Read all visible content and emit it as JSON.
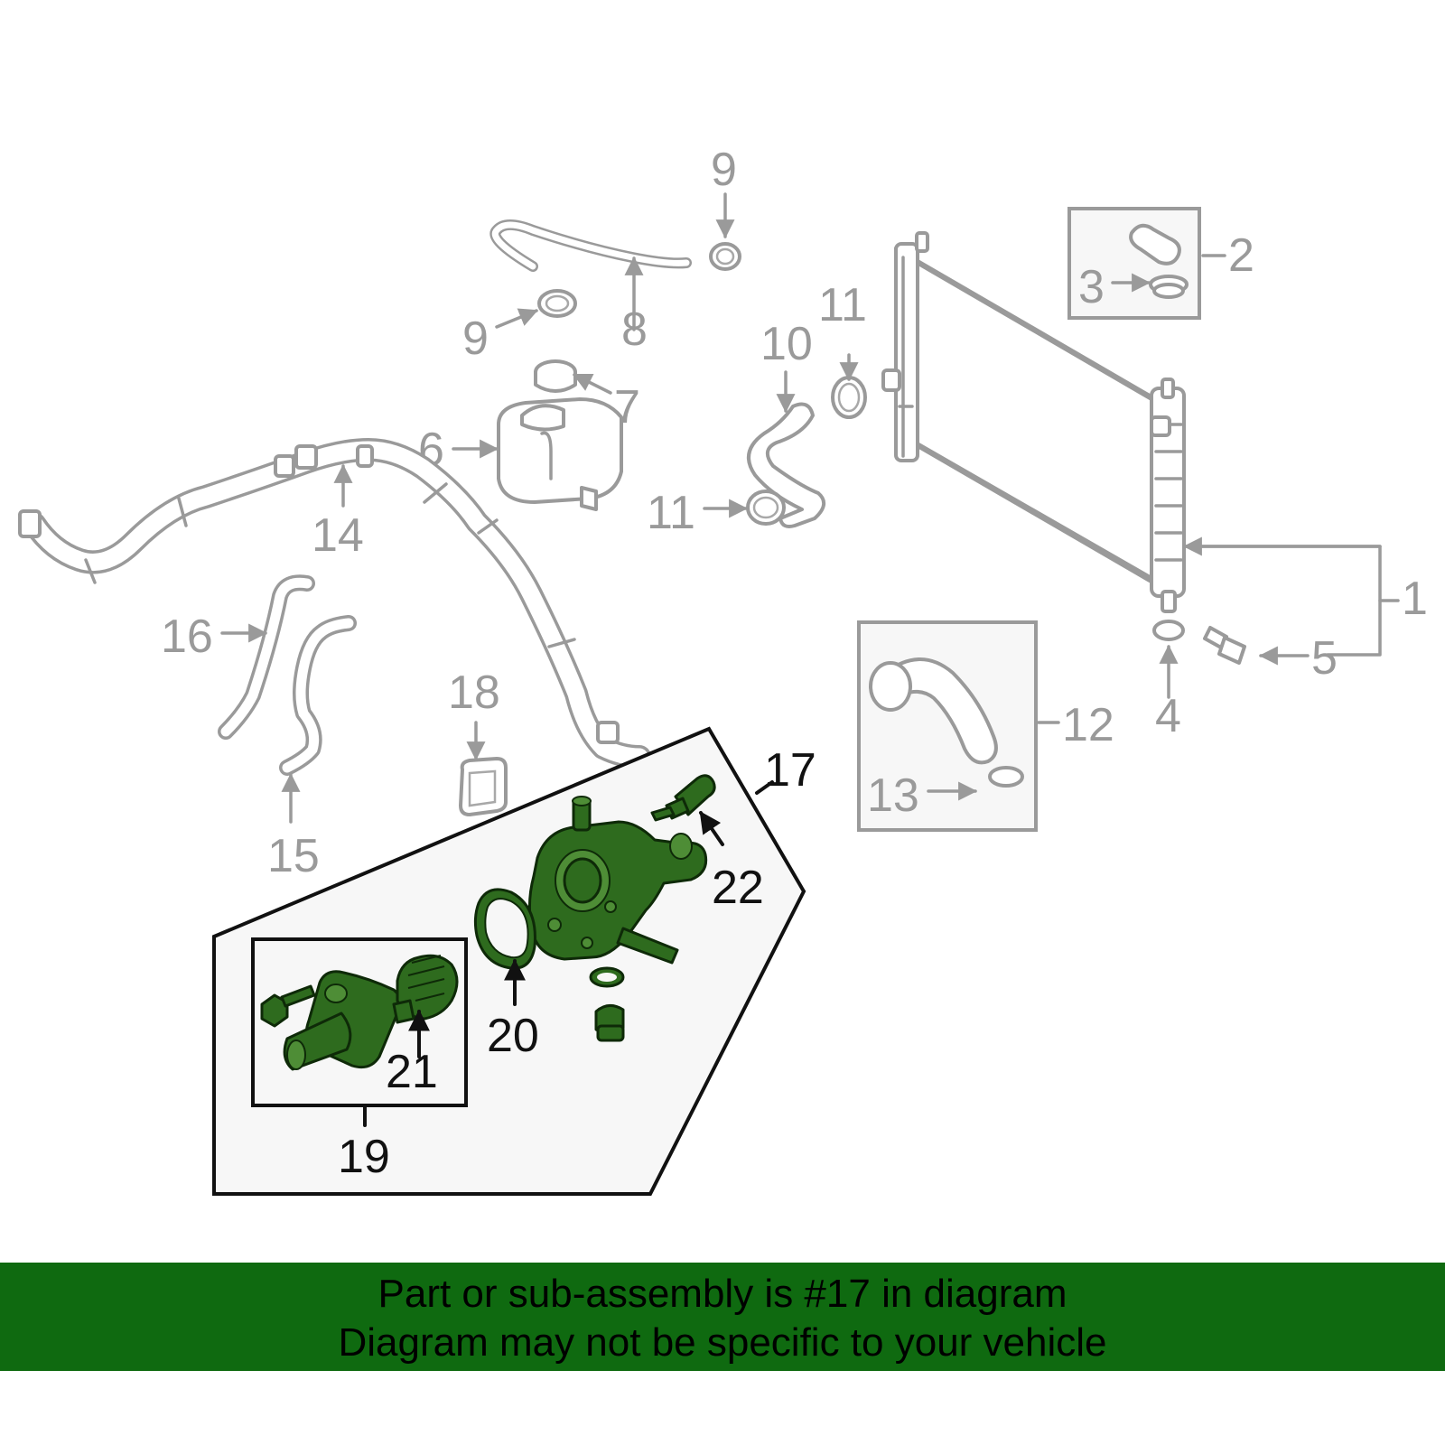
{
  "callouts": {
    "c1": "1",
    "c2": "2",
    "c3": "3",
    "c4": "4",
    "c5": "5",
    "c6": "6",
    "c7": "7",
    "c8": "8",
    "c9a": "9",
    "c9b": "9",
    "c10": "10",
    "c11a": "11",
    "c11b": "11",
    "c12": "12",
    "c13": "13",
    "c14": "14",
    "c15": "15",
    "c16": "16",
    "c17": "17",
    "c18": "18",
    "c19": "19",
    "c20": "20",
    "c21": "21",
    "c22": "22"
  },
  "banner": {
    "line1": "Part or sub-assembly is #17 in diagram",
    "line2": "Diagram may not be specific to your vehicle"
  },
  "colors": {
    "highlight_green": "#2e6b1e",
    "banner_green": "#0f6a10",
    "part_gray": "#9a9a9a"
  }
}
